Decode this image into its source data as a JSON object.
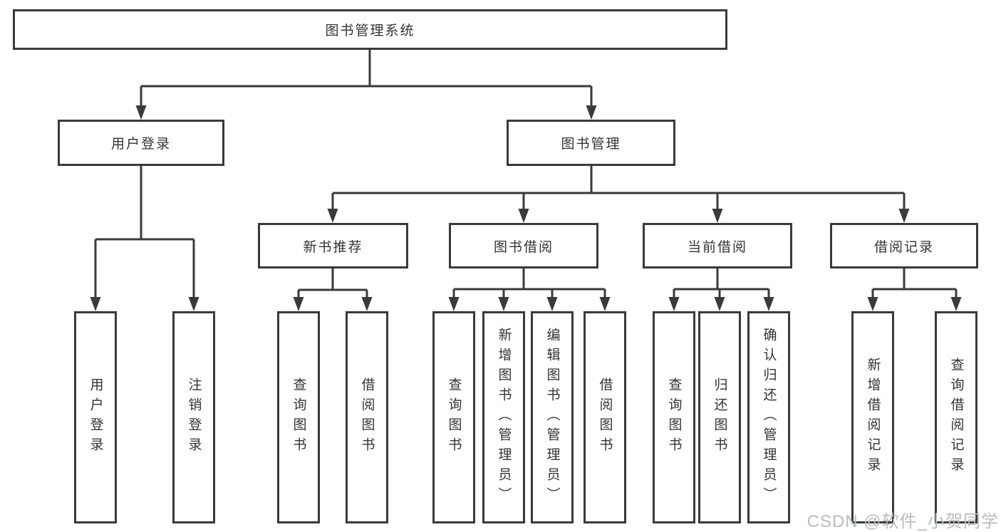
{
  "diagram": {
    "root": {
      "label": "图书管理系统"
    },
    "branches": [
      {
        "label": "用户登录",
        "children": [
          {
            "label": "用户登录"
          },
          {
            "label": "注销登录"
          }
        ]
      },
      {
        "label": "图书管理",
        "children": [
          {
            "label": "新书推荐",
            "children": [
              {
                "label": "查询图书"
              },
              {
                "label": "借阅图书"
              }
            ]
          },
          {
            "label": "图书借阅",
            "children": [
              {
                "label": "查询图书"
              },
              {
                "label": "新增图书（管理员）"
              },
              {
                "label": "编辑图书（管理员）"
              },
              {
                "label": "借阅图书"
              }
            ]
          },
          {
            "label": "当前借阅",
            "children": [
              {
                "label": "查询图书"
              },
              {
                "label": "归还图书"
              },
              {
                "label": "确认归还（管理员）"
              }
            ]
          },
          {
            "label": "借阅记录",
            "children": [
              {
                "label": "新增借阅记录"
              },
              {
                "label": "查询借阅记录"
              }
            ]
          }
        ]
      }
    ]
  },
  "watermark": {
    "text": "CSDN @软件_小贺同学"
  },
  "colors": {
    "line": "#3a3a3a",
    "text": "#333333",
    "background": "#ffffff",
    "watermark": "#b8bcc1"
  }
}
